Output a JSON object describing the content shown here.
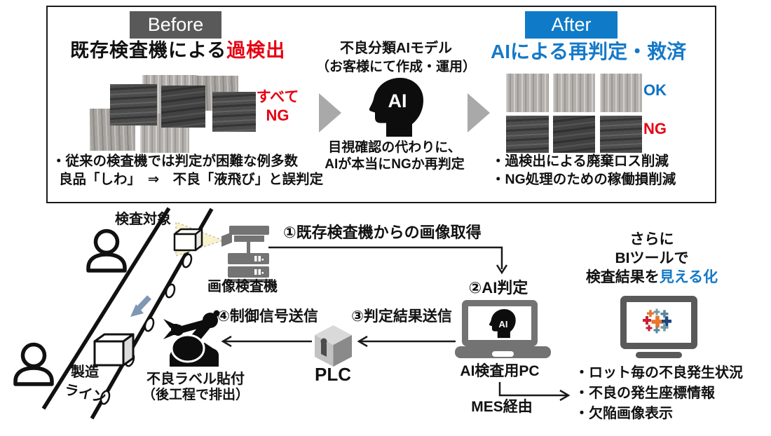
{
  "colors": {
    "accent_red": "#e60012",
    "accent_blue": "#1479c8",
    "before_tag_bg": "#595959",
    "after_tag_bg": "#0f7bc8",
    "machine_gray": "#737373",
    "monitor_gray": "#595959",
    "arrow_gray": "#a9a9a9",
    "light_cone": "#f8f3cd",
    "conveyor_arrow_blue": "#7e97b3"
  },
  "panel": {
    "before": {
      "tag": "Before",
      "title_black": "既存検査機による",
      "title_red": "過検出",
      "all_ng_line1": "すべて",
      "all_ng_line2": "NG",
      "note1": "・従来の検査機では判定が困難な例多数",
      "note2": "良品「しわ」　⇒　不良「液飛び」と誤判定"
    },
    "middle": {
      "title": "不良分類AIモデル",
      "subtitle": "（お客様にて作成・運用）",
      "ai_label": "AI",
      "cap1": "目視確認の代わりに、",
      "cap2": "AIが本当にNGか再判定"
    },
    "after": {
      "tag": "After",
      "title": "AIによる再判定・救済",
      "ok_label": "OK",
      "ng_label": "NG",
      "note1": "・過検出による廃棄ロス削減",
      "note2": "・NG処理のための稼働損削減"
    }
  },
  "flow": {
    "target_label": "検査対象",
    "machine_label": "画像検査機",
    "line_label_1": "製造",
    "line_label_2": "ライン",
    "step1": "①既存検査機からの画像取得",
    "step2": "②AI判定",
    "step3": "③判定結果送信",
    "step4": "④制御信号送信",
    "ai_head_label": "AI",
    "ai_pc_label": "AI検査用PC",
    "mes_label": "MES経由",
    "plc_label": "PLC",
    "robot_label_1": "不良ラベル貼付",
    "robot_label_2": "（後工程で排出）",
    "bi_line1": "さらに",
    "bi_line2": "BIツールで",
    "bi_line3_black": "検査結果を",
    "bi_line3_blue": "見える化",
    "bi_bullet1": "・ロット毎の不良発生状況",
    "bi_bullet2": "・不良の発生座標情報",
    "bi_bullet3": "・欠陥画像表示"
  }
}
